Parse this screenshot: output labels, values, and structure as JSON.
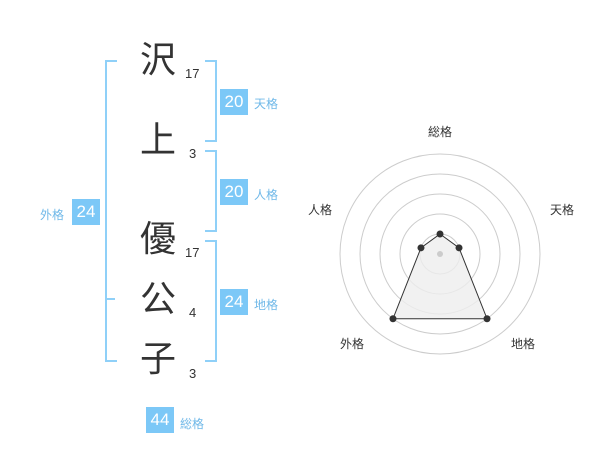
{
  "name_chars": [
    {
      "char": "沢",
      "strokes": "17"
    },
    {
      "char": "上",
      "strokes": "3"
    },
    {
      "char": "優",
      "strokes": "17"
    },
    {
      "char": "公",
      "strokes": "4"
    },
    {
      "char": "子",
      "strokes": "3"
    }
  ],
  "fortunes": {
    "tenkaku": {
      "label": "天格",
      "value": "20"
    },
    "jinkaku": {
      "label": "人格",
      "value": "20"
    },
    "chikaku": {
      "label": "地格",
      "value": "24"
    },
    "gaikaku": {
      "label": "外格",
      "value": "24"
    },
    "soukaku": {
      "label": "総格",
      "value": "44"
    }
  },
  "radar": {
    "axes": [
      "総格",
      "天格",
      "地格",
      "外格",
      "人格"
    ],
    "values": [
      1,
      1,
      4,
      4,
      1
    ],
    "max": 5,
    "grid_color": "#cccccc",
    "fill_color": "#eeeeee",
    "line_color": "#333333"
  },
  "colors": {
    "accent": "#7cc8f7",
    "accent_text": "#6fb8e8"
  }
}
